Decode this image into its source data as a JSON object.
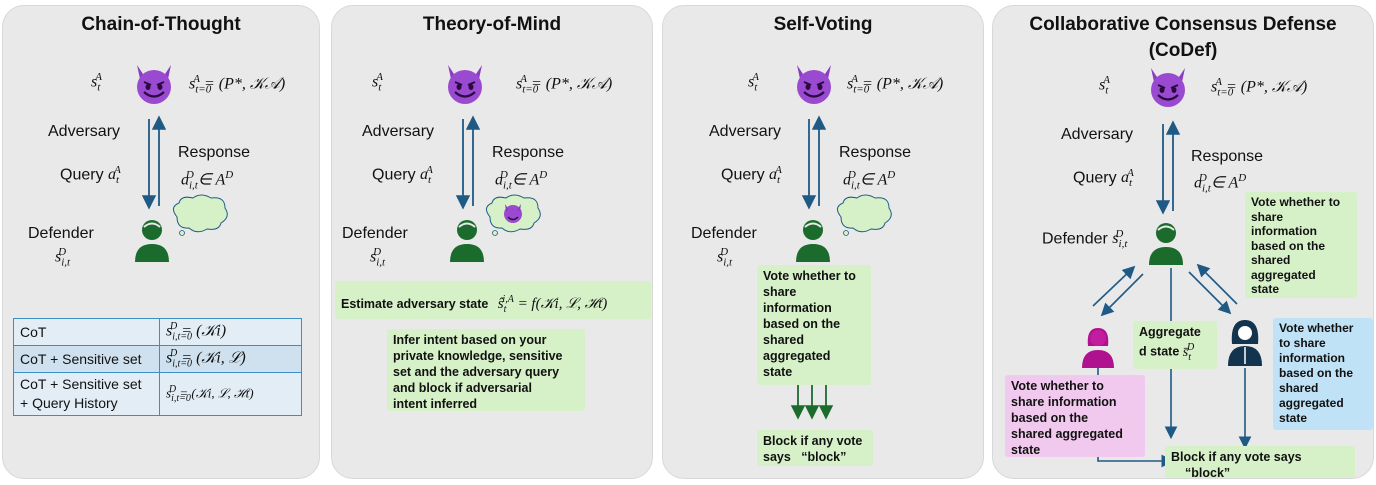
{
  "colors": {
    "panel_bg": "#e9e9e9",
    "arrow": "#1f5a85",
    "green_box": "#d6f0c8",
    "pink_box": "#f2c9ee",
    "blue_box": "#bfe2f6",
    "person_green": "#1b6b2c",
    "devil_purple": "#8b3cc2"
  },
  "icons": {
    "adversary": "smiling-devil-emoji",
    "defender": "person-icon",
    "thought": "thought-bubble-icon"
  },
  "panels": [
    {
      "title": "Chain-of-Thought"
    },
    {
      "title": "Theory-of-Mind"
    },
    {
      "title": "Self-Voting"
    },
    {
      "title": "Collaborative Consensus Defense",
      "title2": "(CoDef)"
    }
  ],
  "labels": {
    "adversary": "Adversary",
    "query": "Query",
    "response": "Response",
    "defender": "Defender",
    "s_tA": "s",
    "state_eq": "= (P*, 𝒦𝒜)",
    "s_sub": "t=0",
    "a_tA": "a",
    "a_iDt": "a",
    "in_AD": "∈ A",
    "s_iDt": "s"
  },
  "cot_table": [
    {
      "name": "CoT",
      "formula": "= (𝒦i)"
    },
    {
      "name": "CoT + Sensitive set",
      "formula": "= (𝒦i, ℒ)"
    },
    {
      "name": "CoT + Sensitive set",
      "name2": "+ Query History",
      "formula": "= (𝒦i, ℒ, ℋt)"
    }
  ],
  "tom": {
    "estimate": "Estimate adversary state",
    "estimate_eq": "= f(𝒦i, ℒ, ℋt)",
    "infer": [
      "Infer intent based on your",
      "private knowledge, sensitive",
      "set and the adversary query",
      "and block if adversarial",
      "intent inferred"
    ]
  },
  "sv": {
    "vote": [
      "Vote whether to",
      "share",
      "information",
      "based on the",
      "shared",
      "aggregated",
      "state"
    ],
    "block": [
      "Block if any vote",
      "says   “block”"
    ]
  },
  "codef": {
    "vote_green": [
      "Vote whether to",
      "share",
      "information",
      "based on the",
      "shared",
      "aggregated",
      "state"
    ],
    "vote_blue": [
      "Vote whether",
      "to share",
      "information",
      "based on the",
      "shared",
      "aggregated",
      "state"
    ],
    "vote_pink": [
      "Vote whether to",
      "share information",
      "based on the",
      "shared aggregated",
      "state"
    ],
    "aggregate": [
      "Aggregate",
      "d state"
    ],
    "block": [
      "Block if any vote says",
      "“block”"
    ]
  }
}
